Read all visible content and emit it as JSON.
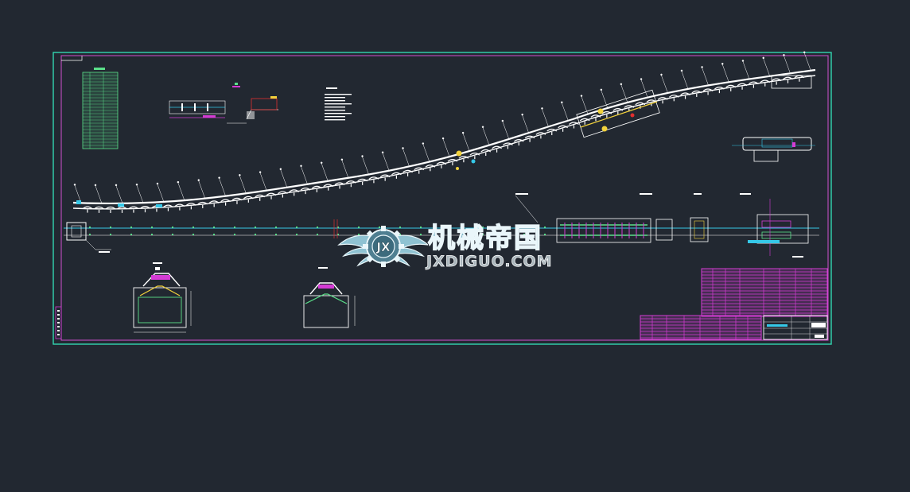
{
  "watermark": {
    "chinese": "机械帝国",
    "latin": "JXDIGUO.COM",
    "emblem_letters": "JX",
    "emblem_icon": "gear-wings-icon"
  },
  "colors": {
    "canvas": "#222831",
    "frame": "#32d6b0",
    "inner_frame": "#d04fd0",
    "belt": "#ffffff",
    "magenta": "#d43cd4",
    "green": "#5be08a",
    "cyan": "#35c8e8",
    "yellow": "#f2d23c",
    "red": "#e03030"
  }
}
